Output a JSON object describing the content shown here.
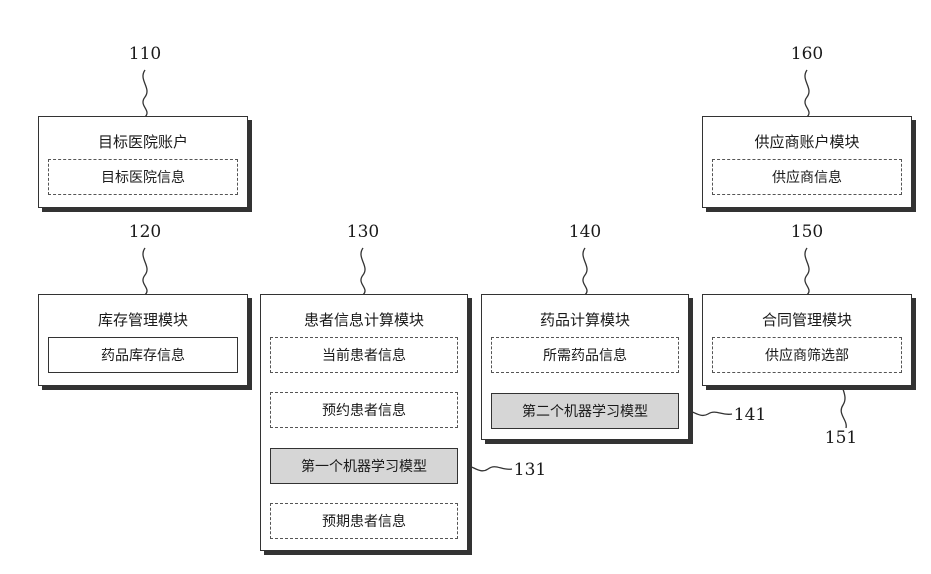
{
  "modules": {
    "hospital_account": {
      "ref": "110",
      "title": "目标医院账户",
      "items": [
        "目标医院信息"
      ]
    },
    "supplier_account": {
      "ref": "160",
      "title": "供应商账户模块",
      "items": [
        "供应商信息"
      ]
    },
    "inventory": {
      "ref": "120",
      "title": "库存管理模块",
      "items": [
        "药品库存信息"
      ]
    },
    "patient_calc": {
      "ref": "130",
      "title": "患者信息计算模块",
      "items": [
        "当前患者信息",
        "预约患者信息",
        "第一个机器学习模型",
        "预期患者信息"
      ],
      "model_ref": "131"
    },
    "drug_calc": {
      "ref": "140",
      "title": "药品计算模块",
      "items": [
        "所需药品信息",
        "第二个机器学习模型"
      ],
      "model_ref": "141"
    },
    "contract": {
      "ref": "150",
      "title": "合同管理模块",
      "items": [
        "供应商筛选部"
      ],
      "filter_ref": "151"
    }
  }
}
